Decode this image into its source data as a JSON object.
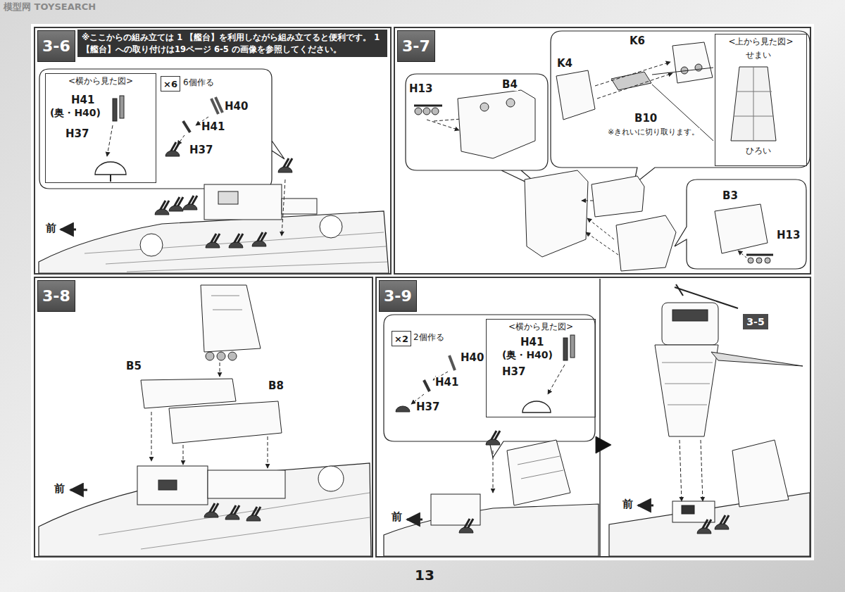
{
  "diagram": {
    "nodes": [
      {
        "text": [
          "3-6"
        ]
      },
      {
        "text": [
          "※ここからの組み立ては 1 【艦台】を利用しながら組み立てると便利です。 1 【艦台】への取り付けは19ページ 6-5 の画像を参照してください。"
        ],
        "in": 0
      },
      {
        "text": [
          "<横から見た図>"
        ],
        "in": 0
      },
      {
        "text": [
          "×6"
        ],
        "in": 0
      },
      {
        "text": [
          "3-7"
        ]
      },
      {
        "text": [
          "<上から見た図>"
        ],
        "in": 4
      },
      {
        "text": [
          "3-8"
        ]
      },
      {
        "text": [
          "3-9"
        ]
      },
      {
        "text": [
          "×2"
        ],
        "in": 7
      },
      {
        "text": [
          "<横から見た図>"
        ],
        "in": 7
      },
      {
        "text": [
          "3-5"
        ],
        "in": 7
      }
    ],
    "labels": [
      "H41",
      "(奥・H40)",
      "H37",
      "6個作る",
      "H40",
      "H41",
      "H37",
      "前",
      "H13",
      "B4",
      "K6",
      "K4",
      "B10",
      "※きれいに切り取ります。",
      "せまい",
      "ひろい",
      "B3",
      "H13",
      "B5",
      "B8",
      "前",
      "2個作る",
      "H40",
      "H41",
      "H37",
      "H41",
      "(奥・H40)",
      "H37",
      "前",
      "前",
      "13",
      "模型网 TOYSEARCH"
    ]
  }
}
